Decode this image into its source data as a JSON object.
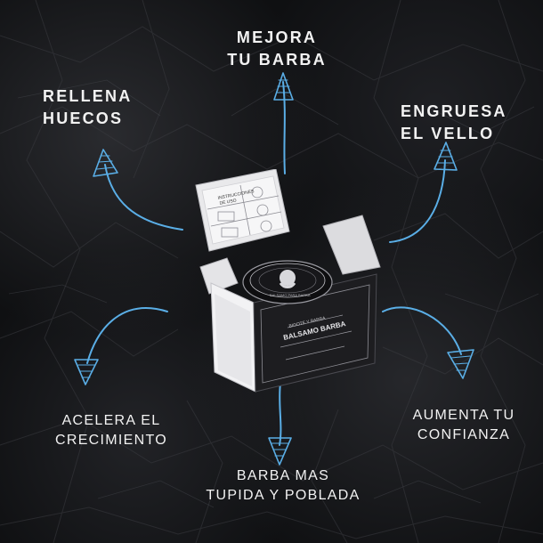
{
  "labels": {
    "top": [
      "MEJORA",
      "TU BARBA"
    ],
    "top_left": [
      "RELLENA",
      "HUECOS"
    ],
    "top_right": [
      "ENGRUESA",
      "EL VELLO"
    ],
    "bottom_left": [
      "ACELERA EL",
      "CRECIMIENTO"
    ],
    "bottom_right": [
      "AUMENTA TU",
      "CONFIANZA"
    ],
    "bottom": [
      "BARBA MAS",
      "TUPIDA Y POBLADA"
    ]
  },
  "product": {
    "lid_panel_title": [
      "INSTRUCCIONES",
      "DE USO"
    ],
    "jar_lid_text": "BALSAMO PARA BARBA",
    "box_brand": "BIGOTE Y BARBA",
    "box_product": "BALSAMO BARBA"
  },
  "colors": {
    "arrow": "#5aaee6",
    "label_text": "#f2f2f2",
    "background": "#0f1012"
  }
}
